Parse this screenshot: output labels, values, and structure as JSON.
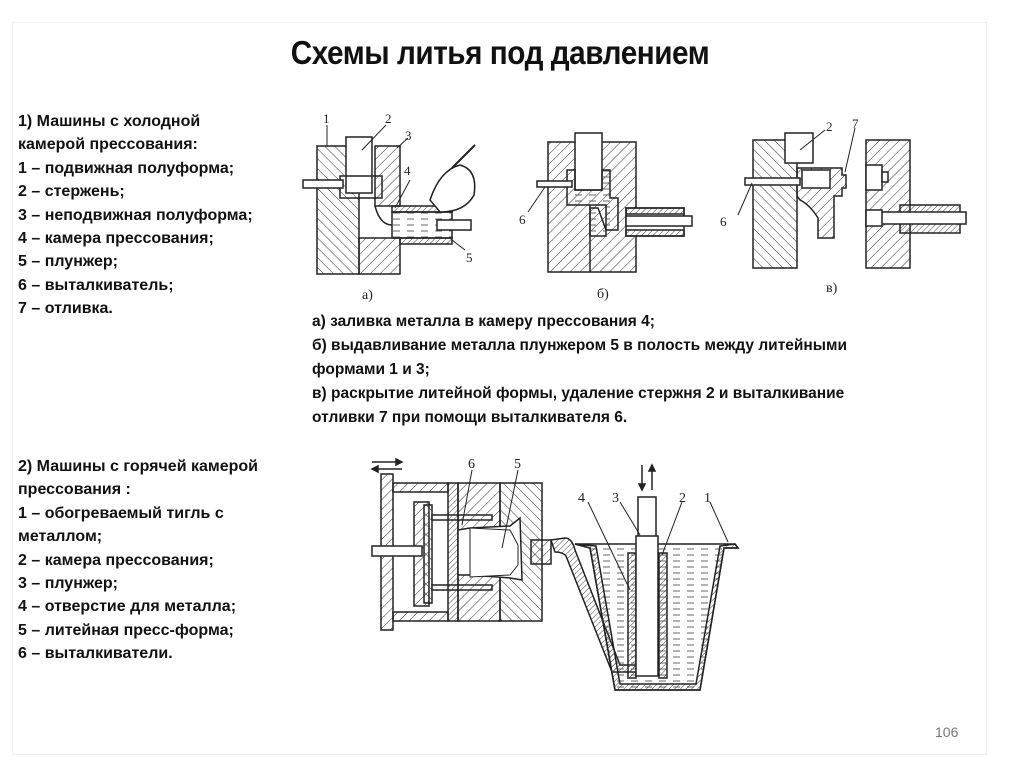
{
  "slide": {
    "title": "Схемы литья под давлением",
    "page_number": "106"
  },
  "cold_chamber": {
    "heading_lines": [
      "1) Машины с холодной",
      "камерой прессования:"
    ],
    "items": [
      "1 – подвижная полуформа;",
      "2 – стержень;",
      "3 – неподвижная полуформа;",
      "4 – камера прессования;",
      "5 – плунжер;",
      "6 – выталкиватель;",
      "7 – отливка."
    ],
    "figure_labels": {
      "a": "а)",
      "b": "б)",
      "v": "в)"
    },
    "callouts": {
      "a": [
        "1",
        "2",
        "3",
        "4",
        "5"
      ],
      "b": [
        "6"
      ],
      "v": [
        "6",
        "2",
        "7"
      ]
    },
    "captions": [
      "а) заливка металла в камеру прессования 4;",
      "б) выдавливание металла плунжером 5 в полость между литейными",
      "формами 1 и 3;",
      "в) раскрытие литейной формы, удаление стержня 2 и выталкивание",
      "отливки 7 при помощи выталкивателя 6."
    ]
  },
  "hot_chamber": {
    "heading_lines": [
      "2) Машины с горячей камерой",
      "прессования :"
    ],
    "items": [
      "1 – обогреваемый тигль с",
      "металлом;",
      "2 – камера прессования;",
      "3 – плунжер;",
      "4 – отверстие для металла;",
      "5 – литейная пресс-форма;",
      "6 – выталкиватели."
    ],
    "callouts": [
      "6",
      "5",
      "4",
      "3",
      "2",
      "1"
    ]
  },
  "colors": {
    "text": "#111111",
    "page_number": "#777777",
    "drawing_line": "#222222"
  }
}
